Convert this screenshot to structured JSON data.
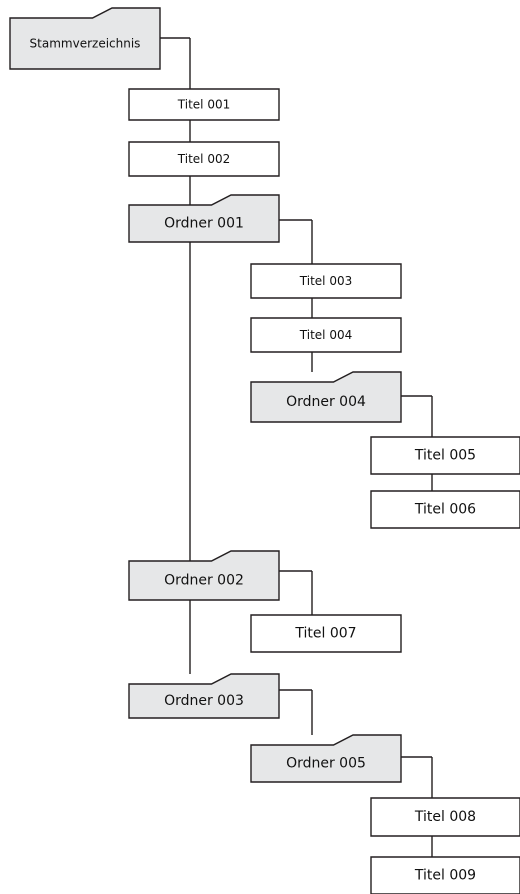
{
  "colors": {
    "folder_fill": "#e6e7e8",
    "file_fill": "#ffffff",
    "stroke": "#231f20",
    "background": "#ffffff"
  },
  "tree": {
    "root": {
      "label": "Stammverzeichnis",
      "kind": "folder-icon"
    },
    "nodes": [
      {
        "id": "titel-001",
        "label": "Titel 001",
        "kind": "file",
        "parent": "root"
      },
      {
        "id": "titel-002",
        "label": "Titel 002",
        "kind": "file",
        "parent": "root"
      },
      {
        "id": "ordner-001",
        "label": "Ordner 001",
        "kind": "folder",
        "parent": "root"
      },
      {
        "id": "titel-003",
        "label": "Titel 003",
        "kind": "file",
        "parent": "ordner-001"
      },
      {
        "id": "titel-004",
        "label": "Titel 004",
        "kind": "file",
        "parent": "ordner-001"
      },
      {
        "id": "ordner-004",
        "label": "Ordner 004",
        "kind": "folder",
        "parent": "ordner-001"
      },
      {
        "id": "titel-005",
        "label": "Titel 005",
        "kind": "file",
        "parent": "ordner-004"
      },
      {
        "id": "titel-006",
        "label": "Titel 006",
        "kind": "file",
        "parent": "ordner-004"
      },
      {
        "id": "ordner-002",
        "label": "Ordner 002",
        "kind": "folder",
        "parent": "root"
      },
      {
        "id": "titel-007",
        "label": "Titel 007",
        "kind": "file",
        "parent": "ordner-002"
      },
      {
        "id": "ordner-003",
        "label": "Ordner 003",
        "kind": "folder",
        "parent": "root"
      },
      {
        "id": "ordner-005",
        "label": "Ordner 005",
        "kind": "folder",
        "parent": "ordner-003"
      },
      {
        "id": "titel-008",
        "label": "Titel 008",
        "kind": "file",
        "parent": "ordner-005"
      },
      {
        "id": "titel-009",
        "label": "Titel 009",
        "kind": "file",
        "parent": "ordner-005"
      }
    ]
  }
}
